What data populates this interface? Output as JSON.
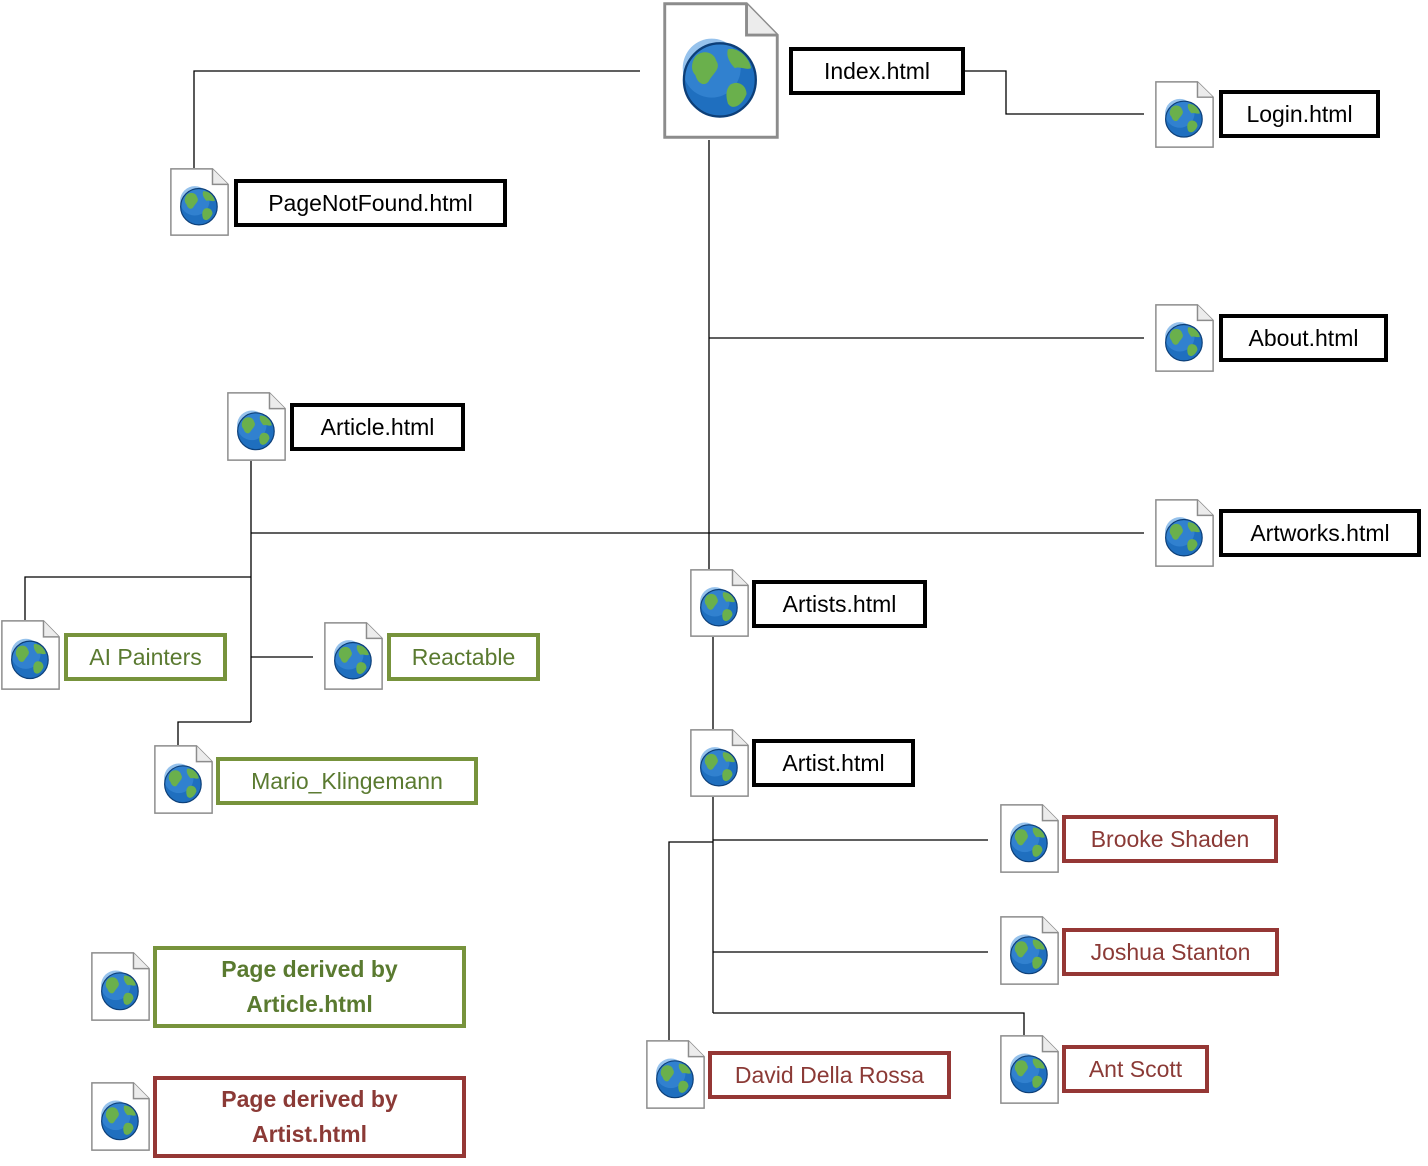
{
  "nodes": {
    "index": "Index.html",
    "login": "Login.html",
    "page_not_found": "PageNotFound.html",
    "about": "About.html",
    "article": "Article.html",
    "artworks": "Artworks.html",
    "artists": "Artists.html",
    "artist": "Artist.html",
    "ai_painters": "AI Painters",
    "reactable": "Reactable",
    "mario_klingemann": "Mario_Klingemann",
    "brooke_shaden": "Brooke Shaden",
    "joshua_stanton": "Joshua Stanton",
    "ant_scott": "Ant Scott",
    "david_della_rossa": "David Della Rossa"
  },
  "legend": {
    "article_derived": "Page derived by Article.html",
    "artist_derived": "Page derived by Artist.html"
  },
  "colors": {
    "core_border": "#000000",
    "article_derived": "#77933c",
    "artist_derived": "#953735",
    "globe_ocean": "#1f6fbf",
    "globe_land": "#6ab04c"
  },
  "icon": "globe-document-icon"
}
